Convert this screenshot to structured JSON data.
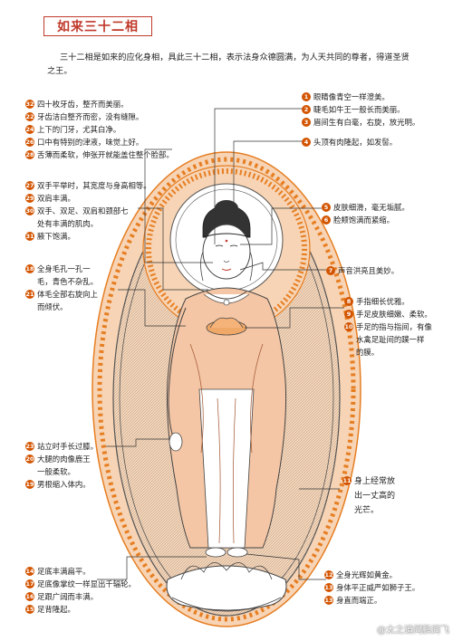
{
  "title": "如来三十二相",
  "intro": "三十二相是如来的应化身相，具此三十二相，表示法身众德圆满，为人天共同的尊者，得道圣贤之王。",
  "left_groups": [
    {
      "items": [
        {
          "num": "32",
          "text": "四十枚牙齿，整齐而美丽。"
        },
        {
          "num": "22",
          "text": "牙齿洁白整齐而密，没有缝隙。"
        },
        {
          "num": "24",
          "text": "上下的门牙，尤其白净。"
        },
        {
          "num": "26",
          "text": "口中有特别的津液，味觉上好。"
        },
        {
          "num": "28",
          "text": "舌薄而柔软，伸张开就能盖住整个脸部。"
        }
      ]
    },
    {
      "items": [
        {
          "num": "27",
          "text": "双手平举时，其宽度与身高相等。"
        },
        {
          "num": "29",
          "text": "双肩丰满。"
        },
        {
          "num": "30",
          "text": "双手、双足、双肩和颈部七"
        },
        {
          "num": "",
          "text": "处有丰满的肌肉。"
        },
        {
          "num": "31",
          "text": "腋下饱满。"
        }
      ]
    },
    {
      "items": [
        {
          "num": "18",
          "text": "全身毛孔一孔一"
        },
        {
          "num": "",
          "text": "毛，青色不杂乱。"
        },
        {
          "num": "21",
          "text": "体毛全部右旋向上"
        },
        {
          "num": "",
          "text": "而倾伏。"
        }
      ]
    },
    {
      "items": [
        {
          "num": "23",
          "text": "站立时手长过膝。"
        },
        {
          "num": "20",
          "text": "大腿的肉像鹿王"
        },
        {
          "num": "",
          "text": "一般柔软。"
        },
        {
          "num": "19",
          "text": "男根缩入体内。"
        }
      ]
    },
    {
      "items": [
        {
          "num": "14",
          "text": "足底丰满扁平。"
        },
        {
          "num": "17",
          "text": "足底像掌纹一样显出千辐轮。"
        },
        {
          "num": "16",
          "text": "足跟广阔而丰满。"
        },
        {
          "num": "15",
          "text": "足背隆起。"
        }
      ]
    }
  ],
  "right_groups": [
    {
      "items": [
        {
          "num": "1",
          "text": "眼睛像青空一样澄美。"
        },
        {
          "num": "2",
          "text": "睫毛如牛王一般长而美丽。"
        },
        {
          "num": "3",
          "text": "眉间生有白毫，右旋，放光明。"
        }
      ]
    },
    {
      "items": [
        {
          "num": "4",
          "text": "头顶有肉隆起，如发髻。"
        }
      ]
    },
    {
      "items": [
        {
          "num": "5",
          "text": "皮肤细滑，毫无垢腻。"
        },
        {
          "num": "6",
          "text": "脸颊饱满而紧缩。"
        }
      ]
    },
    {
      "items": [
        {
          "num": "7",
          "text": "声音洪亮且美妙。"
        }
      ]
    },
    {
      "items": [
        {
          "num": "8",
          "text": "手指细长优雅。"
        },
        {
          "num": "9",
          "text": "手足皮肤细嫩、柔软。"
        },
        {
          "num": "10",
          "text": "手足的指与指间，有像"
        },
        {
          "num": "",
          "text": "水禽足趾间的蹼一样"
        },
        {
          "num": "",
          "text": "的膜。"
        }
      ]
    },
    {
      "items": [
        {
          "num": "11",
          "text": "身上经常放"
        },
        {
          "num": "",
          "text": "出一丈高的"
        },
        {
          "num": "",
          "text": "光芒。"
        }
      ]
    },
    {
      "items": [
        {
          "num": "12",
          "text": "全身光辉如黄金。"
        },
        {
          "num": "13",
          "text": "身体平正威严如狮子王。"
        },
        {
          "num": "13",
          "text": "身直而端正。"
        }
      ]
    }
  ],
  "watermark": "@太之道阎鹏润飞",
  "colors": {
    "accent": "#d35400",
    "title": "#c0392b",
    "robe": "#f2b48a",
    "flame": "#e67e22"
  }
}
